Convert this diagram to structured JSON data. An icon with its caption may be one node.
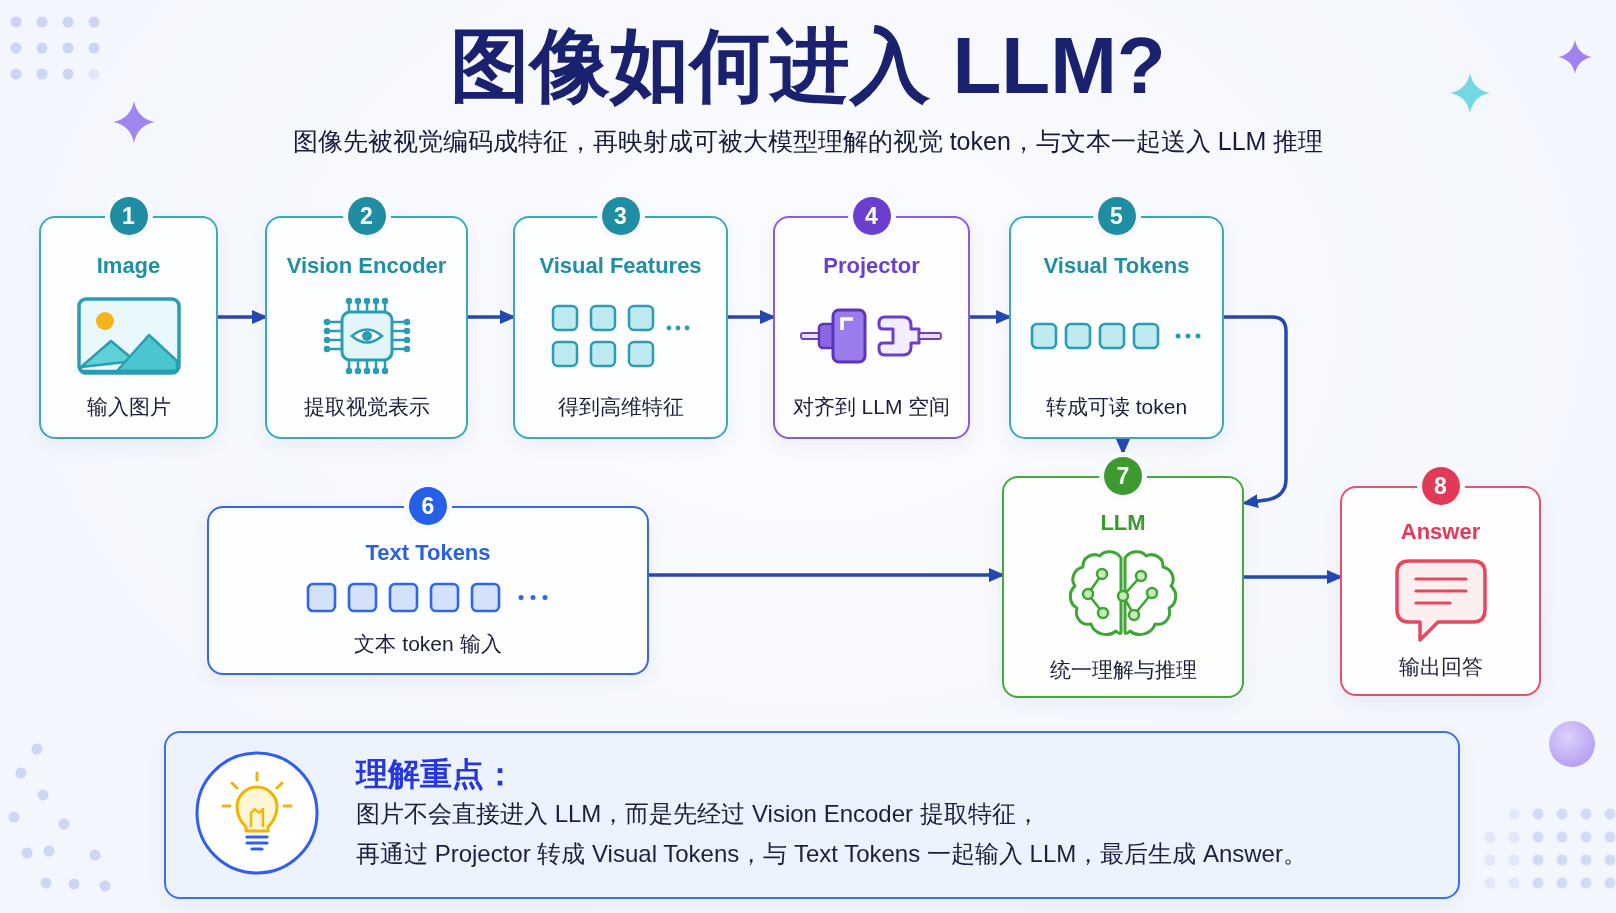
{
  "diagram": {
    "title": "图像如何进入 LLM?",
    "nodes": [
      {
        "text": [
          "1",
          "Image",
          "输入图片"
        ]
      },
      {
        "text": [
          "2",
          "Vision Encoder",
          "提取视觉表示"
        ]
      },
      {
        "text": [
          "3",
          "Visual Features",
          "得到高维特征"
        ]
      },
      {
        "text": [
          "4",
          "Projector",
          "对齐到 LLM 空间"
        ]
      },
      {
        "text": [
          "5",
          "Visual Tokens",
          "转成可读 token"
        ]
      },
      {
        "text": [
          "6",
          "Text Tokens",
          "文本 token 输入"
        ]
      },
      {
        "text": [
          "7",
          "LLM",
          "统一理解与推理"
        ]
      },
      {
        "text": [
          "8",
          "Answer",
          "输出回答"
        ]
      },
      {
        "text": [
          "理解重点：",
          "图片不会直接进入 LLM，而是先经过 Vision Encoder 提取特征，",
          "再通过 Projector 转成 Visual Tokens，与 Text Tokens 一起输入 LLM，最后生成 Answer。"
        ]
      }
    ],
    "edges": [
      {
        "from": 0,
        "to": 1,
        "arrow": "to"
      },
      {
        "from": 1,
        "to": 2,
        "arrow": "to"
      },
      {
        "from": 2,
        "to": 3,
        "arrow": "to"
      },
      {
        "from": 3,
        "to": 4,
        "arrow": "to"
      },
      {
        "from": 4,
        "to": 6,
        "arrow": "to"
      },
      {
        "from": 4,
        "to": 6,
        "arrow": "to"
      },
      {
        "from": 5,
        "to": 6,
        "arrow": "to"
      },
      {
        "from": 6,
        "to": 7,
        "arrow": "to"
      }
    ],
    "labels": [
      "图像先被视觉编码成特征，再映射成可被大模型理解的视觉 token，与文本一起送入 LLM 推理"
    ]
  }
}
